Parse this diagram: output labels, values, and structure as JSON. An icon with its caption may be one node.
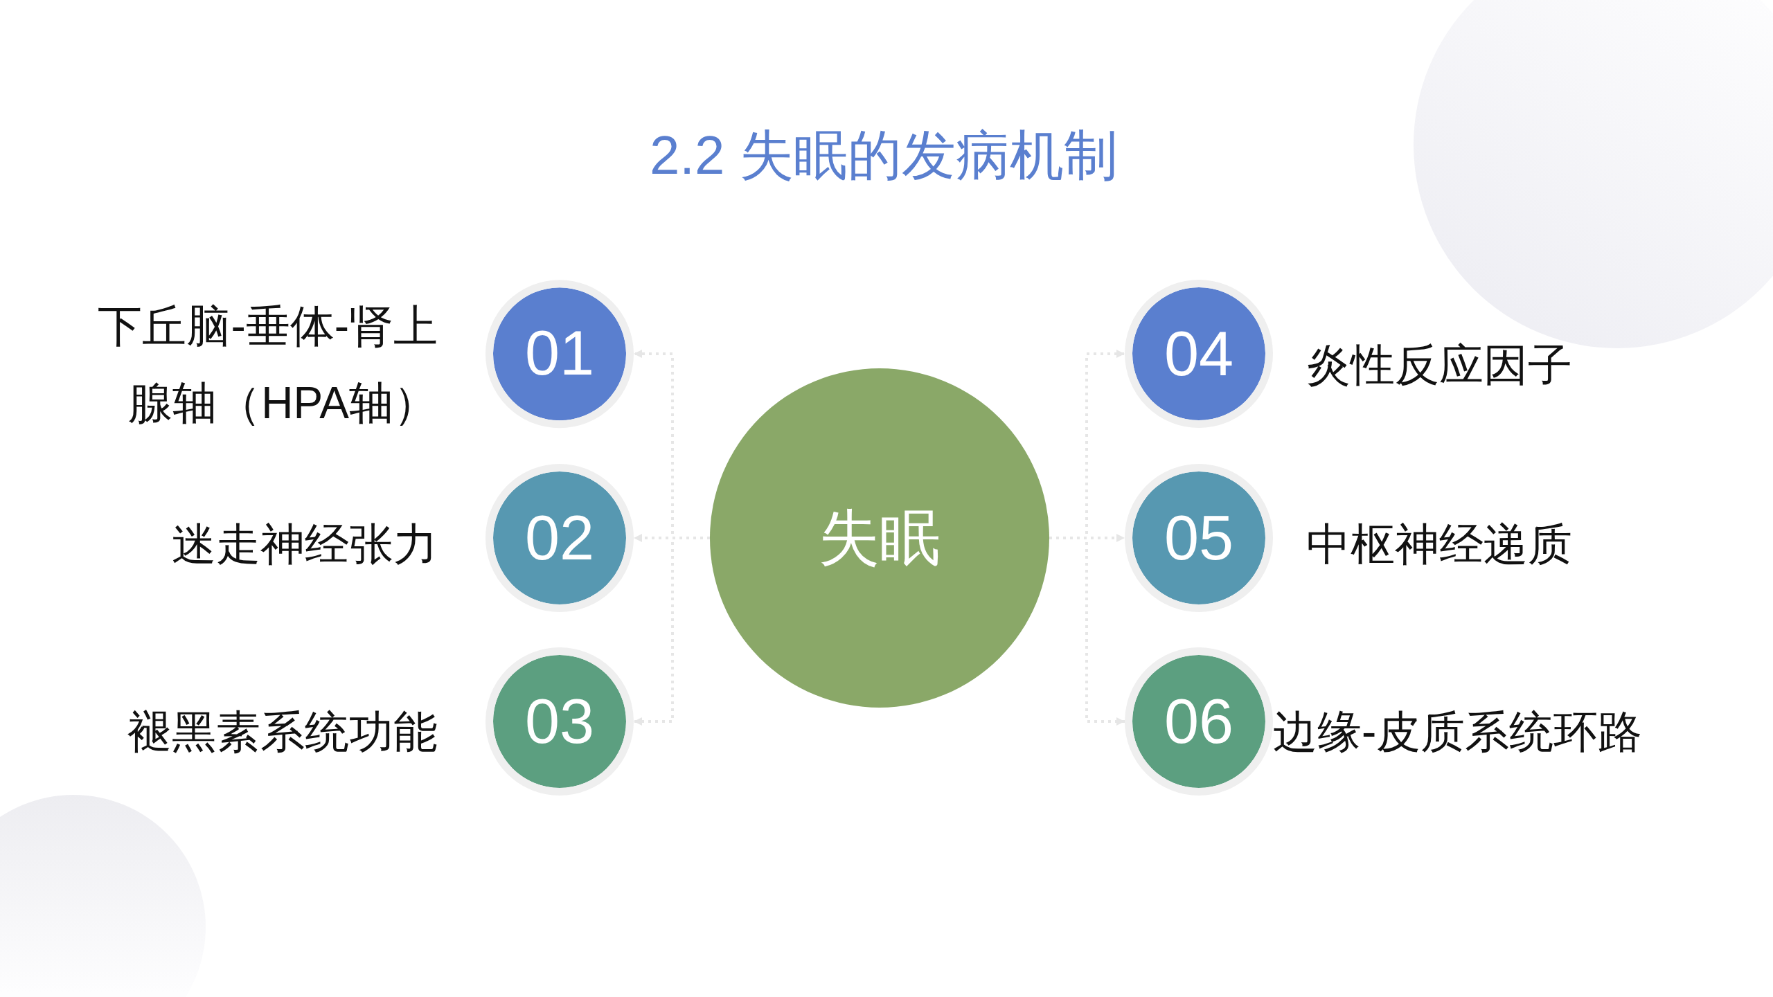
{
  "diagram": {
    "title": "2.2 失眠的发病机制",
    "nodes": [
      {
        "text": [
          "01"
        ],
        "beside": [
          "下丘脑-垂体-肾上腺轴（HPA轴）"
        ]
      },
      {
        "text": [
          "02"
        ],
        "beside": [
          "迷走神经张力"
        ]
      },
      {
        "text": [
          "03"
        ],
        "beside": [
          "褪黑素系统功能"
        ]
      },
      {
        "text": [
          "失眠"
        ]
      },
      {
        "text": [
          "04"
        ],
        "beside": [
          "炎性反应因子"
        ]
      },
      {
        "text": [
          "05"
        ],
        "beside": [
          "中枢神经递质"
        ]
      },
      {
        "text": [
          "06"
        ],
        "beside": [
          "边缘-皮质系统环路"
        ]
      }
    ],
    "edges": [
      {
        "from": 3,
        "to": 0,
        "arrow": "to",
        "style": "dashed"
      },
      {
        "from": 3,
        "to": 1,
        "arrow": "to",
        "style": "dashed"
      },
      {
        "from": 3,
        "to": 2,
        "arrow": "to",
        "style": "dashed"
      },
      {
        "from": 3,
        "to": 4,
        "arrow": "to",
        "style": "dashed"
      },
      {
        "from": 3,
        "to": 5,
        "arrow": "to",
        "style": "dashed"
      },
      {
        "from": 3,
        "to": 6,
        "arrow": "to",
        "style": "dashed"
      }
    ]
  }
}
